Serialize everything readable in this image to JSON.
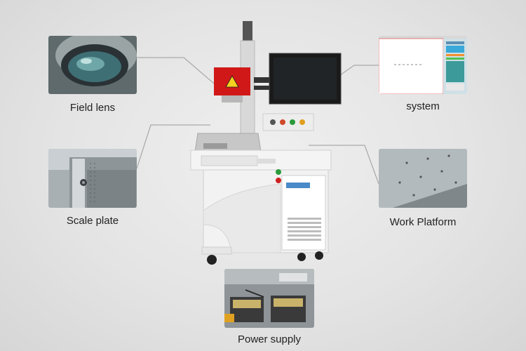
{
  "callouts": {
    "field_lens": "Field lens",
    "scale_plate": "Scale plate",
    "system": "system",
    "work_platform": "Work Platform",
    "power_supply": "Power supply"
  },
  "colors": {
    "background": "#e4e4e4",
    "machine_body": "#f2f2f2",
    "laser_head": "#d01818",
    "monitor": "#1a1a1a"
  }
}
